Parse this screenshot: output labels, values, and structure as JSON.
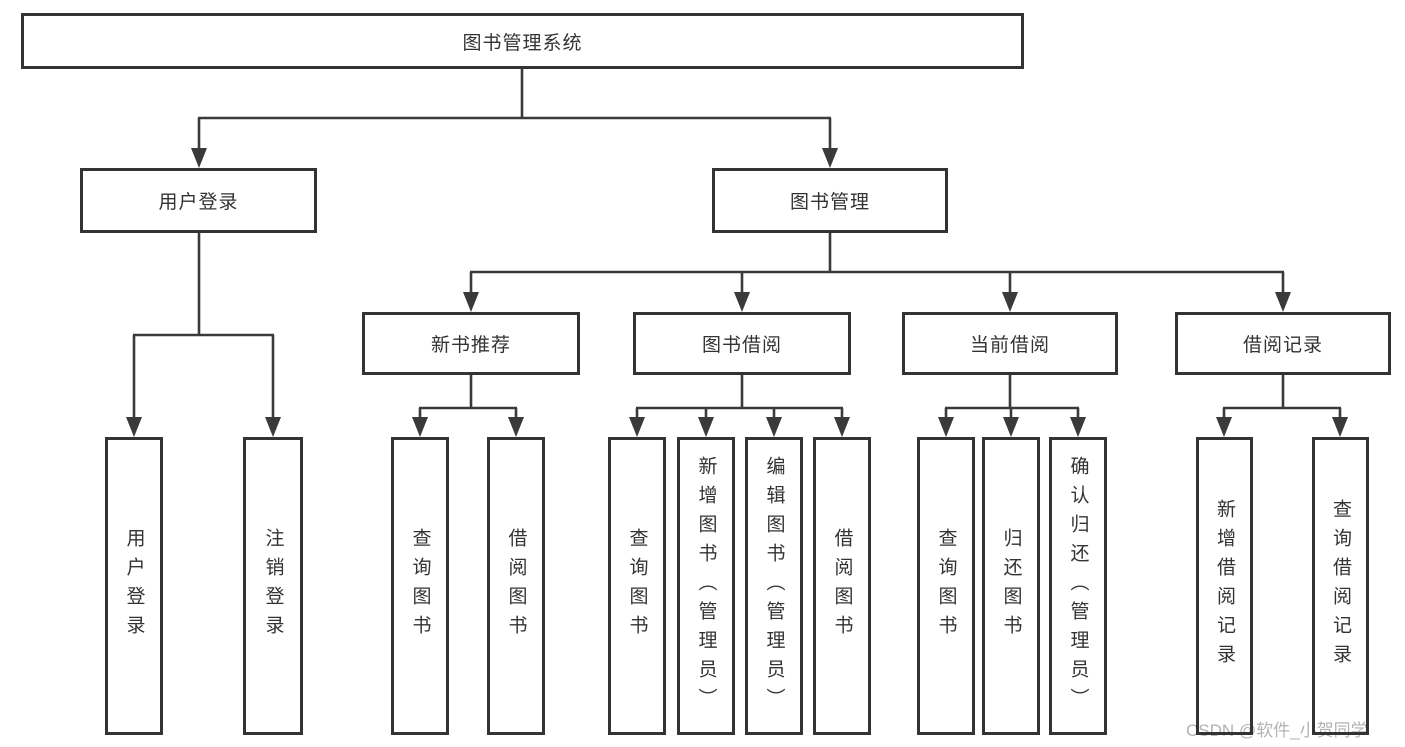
{
  "colors": {
    "line": "#3a3a3a",
    "box_border": "#333333",
    "text": "#333333",
    "watermark": "#b3b3b3",
    "background": "#ffffff"
  },
  "watermark": {
    "text": "CSDN @软件_小贺同学"
  },
  "tree": {
    "root": {
      "label": "图书管理系统"
    },
    "branches": [
      {
        "label": "用户登录",
        "children": [
          {
            "label": "用户登录"
          },
          {
            "label": "注销登录"
          }
        ]
      },
      {
        "label": "图书管理",
        "children": [
          {
            "label": "新书推荐",
            "children": [
              {
                "label": "查询图书"
              },
              {
                "label": "借阅图书"
              }
            ]
          },
          {
            "label": "图书借阅",
            "children": [
              {
                "label": "查询图书"
              },
              {
                "label": "新增图书（管理员）"
              },
              {
                "label": "编辑图书（管理员）"
              },
              {
                "label": "借阅图书"
              }
            ]
          },
          {
            "label": "当前借阅",
            "children": [
              {
                "label": "查询图书"
              },
              {
                "label": "归还图书"
              },
              {
                "label": "确认归还（管理员）"
              }
            ]
          },
          {
            "label": "借阅记录",
            "children": [
              {
                "label": "新增借阅记录"
              },
              {
                "label": "查询借阅记录"
              }
            ]
          }
        ]
      }
    ]
  }
}
